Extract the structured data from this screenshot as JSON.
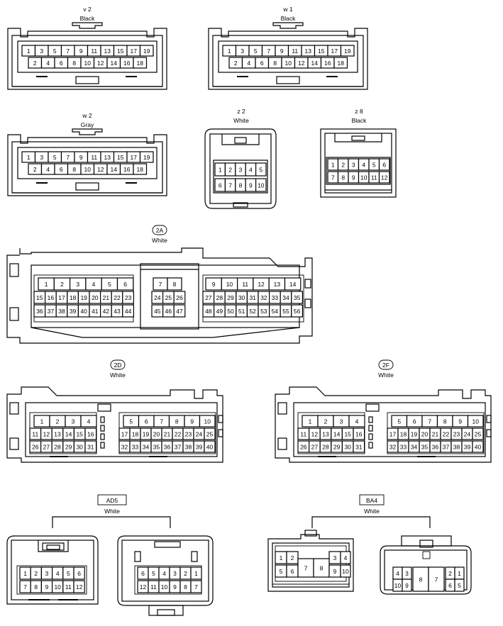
{
  "connectors": [
    {
      "id": "v2",
      "code": "v 2",
      "color": "Black",
      "rows": [
        [
          "1",
          "3",
          "5",
          "7",
          "9",
          "11",
          "13",
          "15",
          "17",
          "19"
        ],
        [
          "2",
          "4",
          "6",
          "8",
          "10",
          "12",
          "14",
          "16",
          "18"
        ]
      ]
    },
    {
      "id": "w1",
      "code": "w 1",
      "color": "Black",
      "rows": [
        [
          "1",
          "3",
          "5",
          "7",
          "9",
          "11",
          "13",
          "15",
          "17",
          "19"
        ],
        [
          "2",
          "4",
          "6",
          "8",
          "10",
          "12",
          "14",
          "16",
          "18"
        ]
      ]
    },
    {
      "id": "w2",
      "code": "w 2",
      "color": "Gray",
      "rows": [
        [
          "1",
          "3",
          "5",
          "7",
          "9",
          "11",
          "13",
          "15",
          "17",
          "19"
        ],
        [
          "2",
          "4",
          "6",
          "8",
          "10",
          "12",
          "14",
          "16",
          "18"
        ]
      ]
    },
    {
      "id": "z2",
      "code": "z 2",
      "color": "White",
      "rows": [
        [
          "1",
          "2",
          "3",
          "4",
          "5"
        ],
        [
          "6",
          "7",
          "8",
          "9",
          "10"
        ]
      ]
    },
    {
      "id": "z8",
      "code": "z 8",
      "color": "Black",
      "rows": [
        [
          "1",
          "2",
          "3",
          "4",
          "5",
          "6"
        ],
        [
          "7",
          "8",
          "9",
          "10",
          "11",
          "12"
        ]
      ]
    },
    {
      "id": "2A",
      "code": "2A",
      "color": "White",
      "groups": [
        {
          "rows": [
            [
              "1",
              "2",
              "3",
              "4",
              "5",
              "6"
            ],
            [
              "15",
              "16",
              "17",
              "18",
              "19",
              "20",
              "21",
              "22",
              "23"
            ],
            [
              "36",
              "37",
              "38",
              "39",
              "40",
              "41",
              "42",
              "43",
              "44"
            ]
          ]
        },
        {
          "rows": [
            [
              "7",
              "8"
            ],
            [
              "24",
              "25",
              "26"
            ],
            [
              "45",
              "46",
              "47"
            ]
          ]
        },
        {
          "rows": [
            [
              "9",
              "10",
              "11",
              "12",
              "13",
              "14"
            ],
            [
              "27",
              "28",
              "29",
              "30",
              "31",
              "32",
              "33",
              "34",
              "35"
            ],
            [
              "48",
              "49",
              "50",
              "51",
              "52",
              "53",
              "54",
              "55",
              "56"
            ]
          ]
        }
      ]
    },
    {
      "id": "2D",
      "code": "2D",
      "color": "White",
      "groups": [
        {
          "rows": [
            [
              "1",
              "2",
              "3",
              "4"
            ],
            [
              "11",
              "12",
              "13",
              "14",
              "15",
              "16"
            ],
            [
              "26",
              "27",
              "28",
              "29",
              "30",
              "31"
            ]
          ]
        },
        {
          "rows": [
            [
              "5",
              "6",
              "7",
              "8",
              "9",
              "10"
            ],
            [
              "17",
              "18",
              "19",
              "20",
              "21",
              "22",
              "23",
              "24",
              "25"
            ],
            [
              "32",
              "33",
              "34",
              "35",
              "36",
              "37",
              "38",
              "39",
              "40"
            ]
          ]
        }
      ]
    },
    {
      "id": "2F",
      "code": "2F",
      "color": "White",
      "groups": [
        {
          "rows": [
            [
              "1",
              "2",
              "3",
              "4"
            ],
            [
              "11",
              "12",
              "13",
              "14",
              "15",
              "16"
            ],
            [
              "26",
              "27",
              "28",
              "29",
              "30",
              "31"
            ]
          ]
        },
        {
          "rows": [
            [
              "5",
              "6",
              "7",
              "8",
              "9",
              "10"
            ],
            [
              "17",
              "18",
              "19",
              "20",
              "21",
              "22",
              "23",
              "24",
              "25"
            ],
            [
              "32",
              "33",
              "34",
              "35",
              "36",
              "37",
              "38",
              "39",
              "40"
            ]
          ]
        }
      ]
    },
    {
      "id": "AD5",
      "code": "AD5",
      "color": "White",
      "left_rows": [
        [
          "1",
          "2",
          "3",
          "4",
          "5",
          "6"
        ],
        [
          "7",
          "8",
          "9",
          "10",
          "11",
          "12"
        ]
      ],
      "right_rows": [
        [
          "6",
          "5",
          "4",
          "3",
          "2",
          "1"
        ],
        [
          "12",
          "11",
          "10",
          "9",
          "8",
          "7"
        ]
      ]
    },
    {
      "id": "BA4",
      "code": "BA4",
      "color": "White",
      "left": {
        "top": [
          "1",
          "2",
          "3",
          "4"
        ],
        "bottom": [
          "5",
          "6",
          "7",
          "8",
          "9",
          "10"
        ]
      },
      "right": {
        "top": [
          "4",
          "3",
          "2",
          "1"
        ],
        "bottom": [
          "10",
          "9",
          "8",
          "7",
          "6",
          "5"
        ]
      }
    }
  ]
}
